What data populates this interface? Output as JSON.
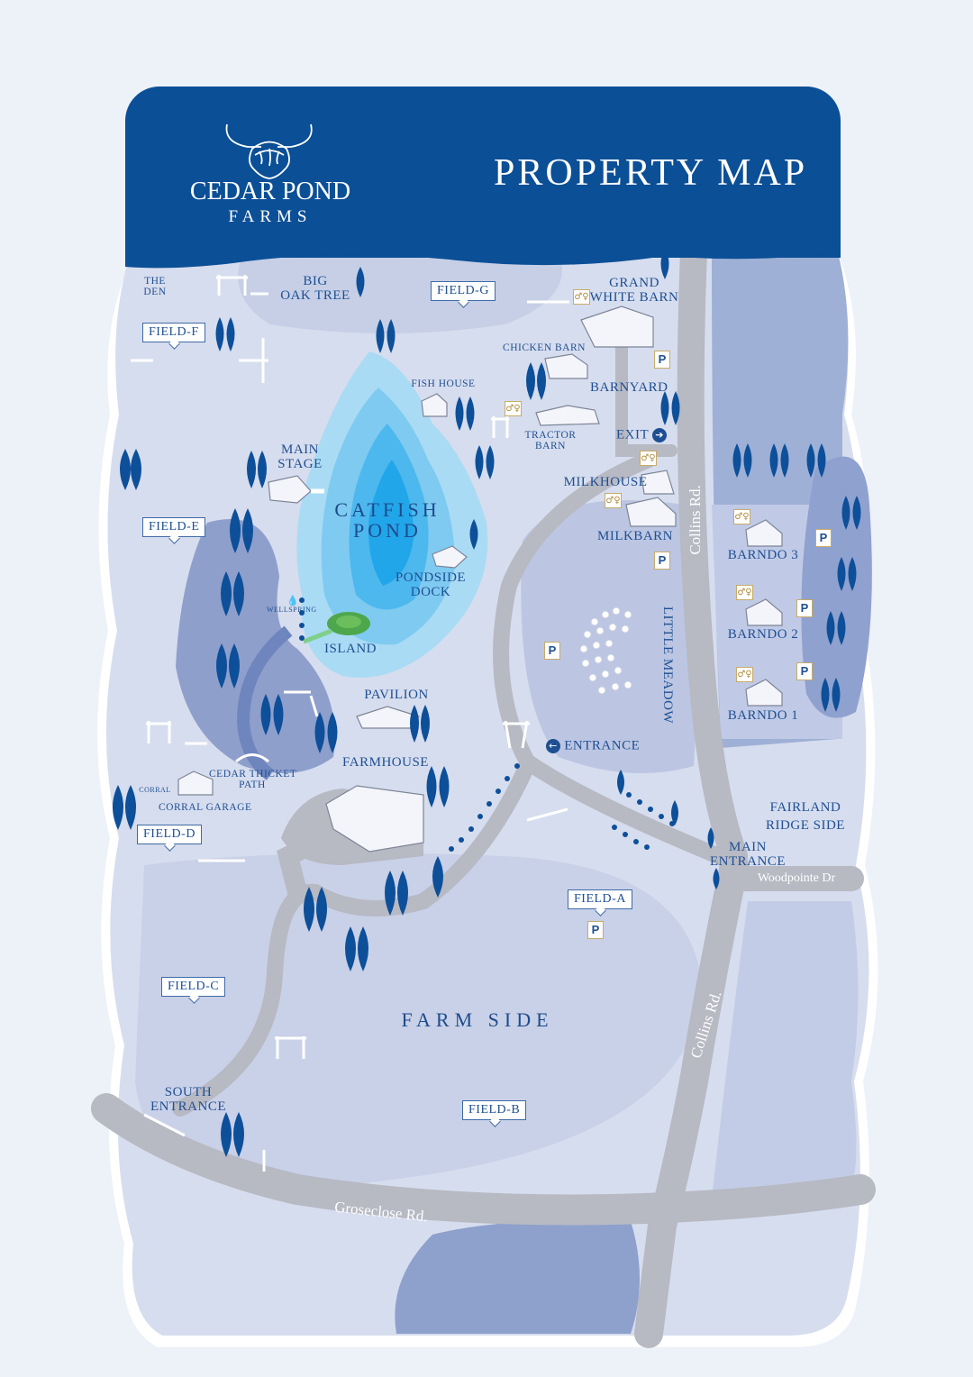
{
  "header": {
    "brand_line1": "CEDAR POND",
    "brand_line2": "FARMS",
    "title": "PROPERTY MAP",
    "logo_icon": "highland-cow-icon"
  },
  "colors": {
    "header": "#0b4f96",
    "land": "#d4dbec",
    "road": "#b6b8c2",
    "water_light": "#a9dcf5",
    "water_deep": "#22a6ea",
    "forest": "#8e9fcc",
    "tree": "#0d4f99",
    "label": "#1f4f93"
  },
  "labels": {
    "the_den": "THE\nDEN",
    "big_oak_tree": "BIG\nOAK TREE",
    "grand_white_barn": "GRAND\nWHITE BARN",
    "chicken_barn": "CHICKEN BARN",
    "fish_house": "FISH HOUSE",
    "barnyard": "BARNYARD",
    "tractor_barn": "TRACTOR\nBARN",
    "exit": "EXIT",
    "main_stage": "MAIN\nSTAGE",
    "catfish_pond": "CATFISH\nPOND",
    "milkhouse": "MILKHOUSE",
    "milkbarn": "MILKBARN",
    "barndo_3": "BARNDO 3",
    "barndo_2": "BARNDO 2",
    "barndo_1": "BARNDO 1",
    "pondside_dock": "PONDSIDE\nDOCK",
    "wellspring": "WELLSPRING",
    "island": "ISLAND",
    "pavilion": "PAVILION",
    "little_meadow": "LITTLE MEADOW",
    "entrance": "ENTRANCE",
    "farmhouse": "FARMHOUSE",
    "cedar_thicket_path": "CEDAR THICKET\nPATH",
    "corral": "CORRAL",
    "corral_garage": "CORRAL GARAGE",
    "fairland_ridge_side": "FAIRLAND\nRIDGE SIDE",
    "main_entrance": "MAIN\nENTRANCE",
    "farm_side": "FARM  SIDE",
    "south_entrance": "SOUTH\nENTRANCE"
  },
  "roads": {
    "collins_rd_north": "Collins Rd.",
    "collins_rd_south": "Collins Rd.",
    "woodpointe_dr": "Woodpointe Dr",
    "groseclose_rd": "Groseclose Rd."
  },
  "fields": {
    "f": "FIELD-F",
    "g": "FIELD-G",
    "e": "FIELD-E",
    "d": "FIELD-D",
    "c": "FIELD-C",
    "b": "FIELD-B",
    "a": "FIELD-A"
  },
  "icons": {
    "parking": "P",
    "restroom": "restroom-icon",
    "exit_arrow": "➔",
    "entrance_arrow": "←"
  }
}
